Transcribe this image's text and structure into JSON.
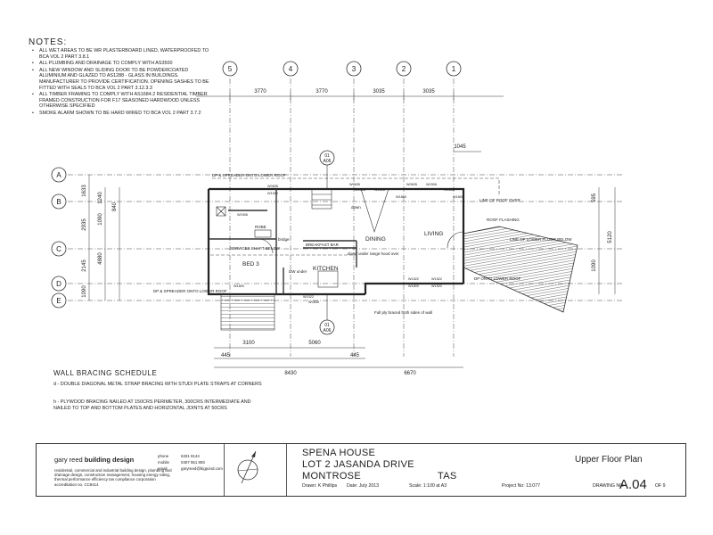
{
  "notes": {
    "title": "NOTES:",
    "items": [
      "ALL WET AREAS TO BE WR PLASTERBOARD LINED, WATERPROOFED TO BCA VOL 2 PART 3.8.1",
      "ALL PLUMBING AND DRAINAGE TO COMPLY WITH AS3500",
      "ALL NEW WINDOW AND SLIDING DOOR TO BE POWDERCOATED ALUMINIUM AND GLAZED TO AS1288 - GLASS IN BUILDINGS. MANUFACTURER TO PROVIDE CERTIFICATION. OPENING SASHES TO BE FITTED WITH SEALS TO BCA VOL 2 PART 3.12.3.3",
      "ALL TIMBER FRAMING TO COMPLY WITH AS1684.2 RESIDENTIAL TIMBER FRAMED CONSTRUCTION FOR F17 SEASONED HARDWOOD UNLESS OTHERWISE SPECIFIED",
      "SMOKE ALARM SHOWN TO BE HARD WIRED TO BCA VOL 2 PART 3.7.2"
    ]
  },
  "grid": {
    "columns": [
      "5",
      "4",
      "3",
      "2",
      "1"
    ],
    "rows": [
      "A",
      "B",
      "C",
      "D",
      "E"
    ]
  },
  "dimensions": {
    "top": [
      "3770",
      "3770",
      "3035",
      "3035"
    ],
    "top_extra": "1045",
    "bottom_inner": [
      "3100",
      "5060"
    ],
    "bottom_small": [
      "445",
      "445"
    ],
    "bottom_outer": [
      "8430",
      "6670"
    ],
    "left_outer": [
      "1633",
      "2935",
      "2145",
      "1090"
    ],
    "left_inner": [
      "1240",
      "1090",
      "4880"
    ],
    "left_inner2": [
      "840"
    ],
    "right": [
      "595",
      "5120",
      "1090"
    ]
  },
  "rooms": {
    "bed": "BED 3",
    "kitchen": "KITCHEN",
    "dining": "DINING",
    "living": "LIVING",
    "bar": "BREAKFAST BAR",
    "robe": "ROBE",
    "bridge": "bridge",
    "down": "down"
  },
  "annotations": {
    "dp_top": "DP & SPREADER ONTO LOWER ROOF",
    "dp_bottom": "DP & SPREADER ONTO LOWER ROOF",
    "dp_right": "DP ONTO LOWER ROOF",
    "roof_over": "LINE OF ROOF OVER",
    "roof_flashing": "ROOF FLASHING",
    "lower_roof": "LINE OF LOWER FLOOR BELOW",
    "services_shaft": "SERVICES SHAFT BELOW",
    "dw": "DW under",
    "ply": "Full ply braced both sides of wall",
    "door_note": "down under range hood over",
    "sec_top": "01",
    "sec_top_sub": "A06",
    "sec_bot": "01",
    "sec_bot_sub": "A06"
  },
  "windows": [
    "W0635",
    "W1506",
    "W1506",
    "W0635",
    "W1800",
    "W1506",
    "W1506",
    "W1800",
    "W0635",
    "W1000",
    "W1506",
    "W1800",
    "W1022",
    "W0635",
    "W1522",
    "W1522",
    "W1800",
    "W1522"
  ],
  "wall_bracing": {
    "title": "WALL BRACING SCHEDULE",
    "item_d": "d - DOUBLE DIAGONAL METAL STRAP BRACING WITH STUD/ PLATE STRAPS AT CORNERS",
    "item_h": "h - PLYWOOD BRACING NAILED AT 150CRS PERIMETER, 300CRS INTERMEDIATE AND NAILED TO TOP AND BOTTOM PLATES AND HORIZONTAL JOINTS AT 50CRS"
  },
  "title_block": {
    "firm_name": "gary reed",
    "firm_suffix": "building design",
    "firm_desc": "residential, commercial and industrial building design, plumbing and drainage design, construction management, housing energy rating, thermal performance efficiency tas compliance corporation accreditation no. CC8414",
    "contact_labels": [
      "phone",
      "mobile",
      "email"
    ],
    "contact_values": [
      "6331 9144",
      "0407 551 893",
      "garyreed@bigpond.com"
    ],
    "project_line1": "SPENA HOUSE",
    "project_line2": "LOT 2 JASANDA DRIVE",
    "project_line3": "MONTROSE",
    "project_state": "TAS",
    "drawn": "Drawn: K Phillips",
    "date": "Date: July 2013",
    "scale": "Scale: 1:100 at A3",
    "project_no": "Project No: 13.077",
    "sheet_title": "Upper Floor Plan",
    "drawing_no_label": "DRAWING NO:",
    "drawing_no": "A.04",
    "drawing_of": "OF 9"
  },
  "colors": {
    "line": "#333333",
    "hatch": "#555555",
    "paper": "#ffffff"
  }
}
